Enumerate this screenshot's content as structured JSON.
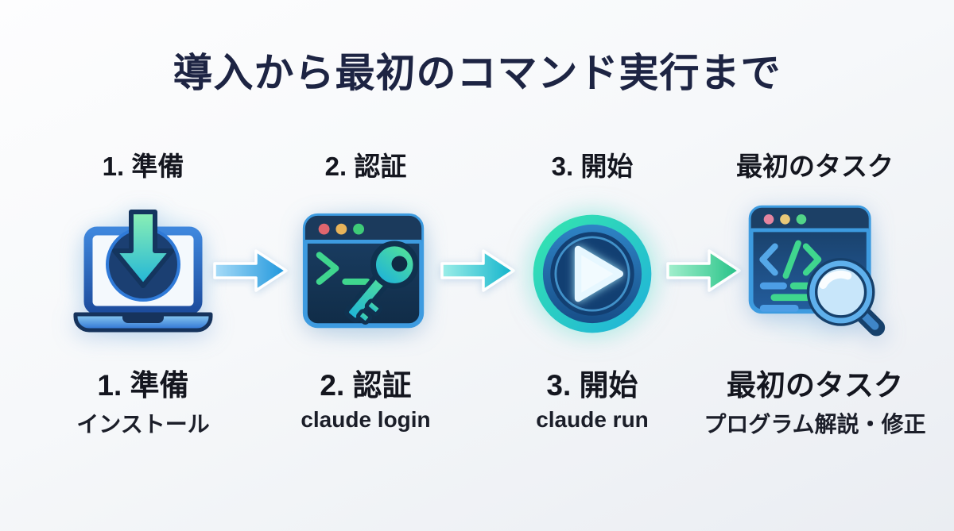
{
  "title": "導入から最初のコマンド実行まで",
  "steps": [
    {
      "top_label": "1. 準備",
      "bottom_label": "1. 準備",
      "sub_label": "インストール",
      "icon": "laptop-download-icon"
    },
    {
      "top_label": "2. 認証",
      "bottom_label": "2. 認証",
      "sub_label": "claude login",
      "icon": "terminal-key-icon"
    },
    {
      "top_label": "3. 開始",
      "bottom_label": "3. 開始",
      "sub_label": "claude run",
      "icon": "play-button-icon"
    },
    {
      "top_label": "最初のタスク",
      "bottom_label": "最初のタスク",
      "sub_label": "プログラム解説・修正",
      "icon": "code-review-magnifier-icon"
    }
  ],
  "arrows": [
    {
      "name": "arrow-blue",
      "color_from": "#a8dcf8",
      "color_to": "#1e96dc"
    },
    {
      "name": "arrow-teal",
      "color_from": "#9ceee8",
      "color_to": "#12b4cc"
    },
    {
      "name": "arrow-green",
      "color_from": "#a2efcd",
      "color_to": "#25c286"
    }
  ],
  "colors": {
    "title_text": "#1d2443",
    "label_text": "#14161f",
    "background_top": "#fdfdfe",
    "background_bottom": "#eaedf2"
  }
}
